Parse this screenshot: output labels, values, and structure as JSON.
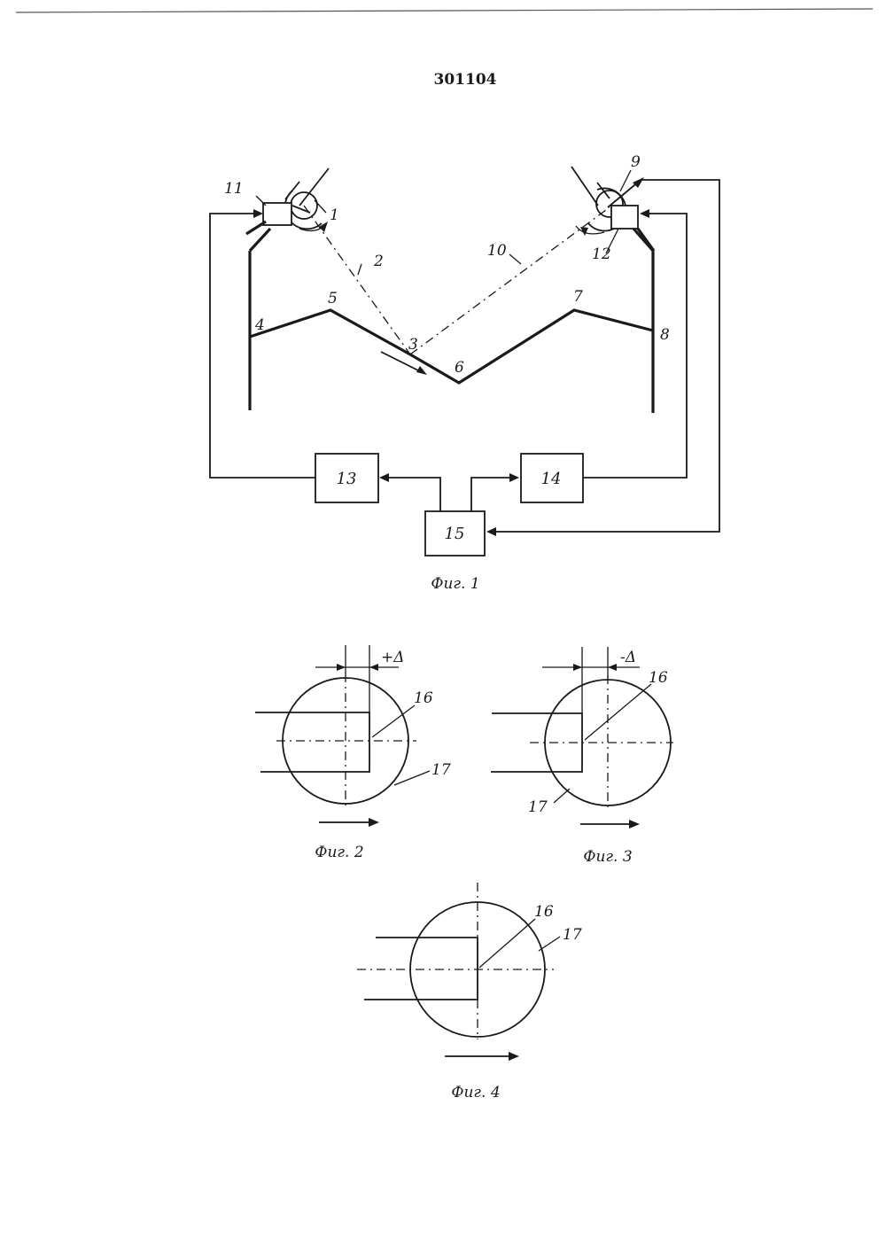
{
  "page_number": "301104",
  "figure1": {
    "caption": "Фиг. 1",
    "labels": {
      "l1": "1",
      "l2": "2",
      "l3": "3",
      "l4": "4",
      "l5": "5",
      "l6": "6",
      "l7": "7",
      "l8": "8",
      "l9": "9",
      "l10": "10",
      "l11": "11",
      "l12": "12"
    },
    "blocks": {
      "b13": "13",
      "b14": "14",
      "b15": "15"
    }
  },
  "figure2": {
    "caption": "Фиг. 2",
    "delta": "+Δ",
    "l16": "16",
    "l17": "17"
  },
  "figure3": {
    "caption": "Фиг. 3",
    "delta": "-Δ",
    "l16": "16",
    "l17": "17"
  },
  "figure4": {
    "caption": "Фиг. 4",
    "l16": "16",
    "l17": "17"
  }
}
